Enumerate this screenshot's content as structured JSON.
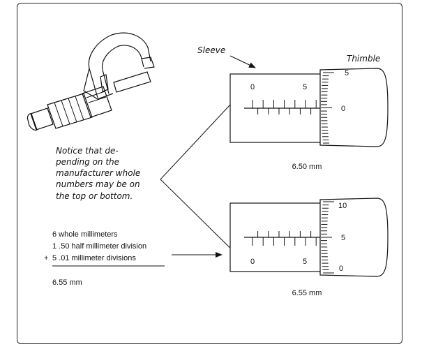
{
  "labels": {
    "sleeve": "Sleeve",
    "thimble": "Thimble"
  },
  "note": {
    "lines": [
      "Notice that de-",
      "pending on the",
      "manufacturer whole",
      "numbers may be on",
      "the top or bottom."
    ]
  },
  "sum": {
    "line1": "6 whole millimeters",
    "line2": "1 .50 half millimeter division",
    "plus": "+",
    "line3": "5 .01 millimeter divisions",
    "total": "6.55 mm"
  },
  "gauge_top": {
    "sleeve_labels": [
      "0",
      "5"
    ],
    "thimble_labels": [
      "5",
      "0"
    ],
    "reading": "6.50 mm"
  },
  "gauge_bottom": {
    "sleeve_labels": [
      "0",
      "5"
    ],
    "thimble_labels": [
      "10",
      "5",
      "0"
    ],
    "reading": "6.55 mm"
  }
}
